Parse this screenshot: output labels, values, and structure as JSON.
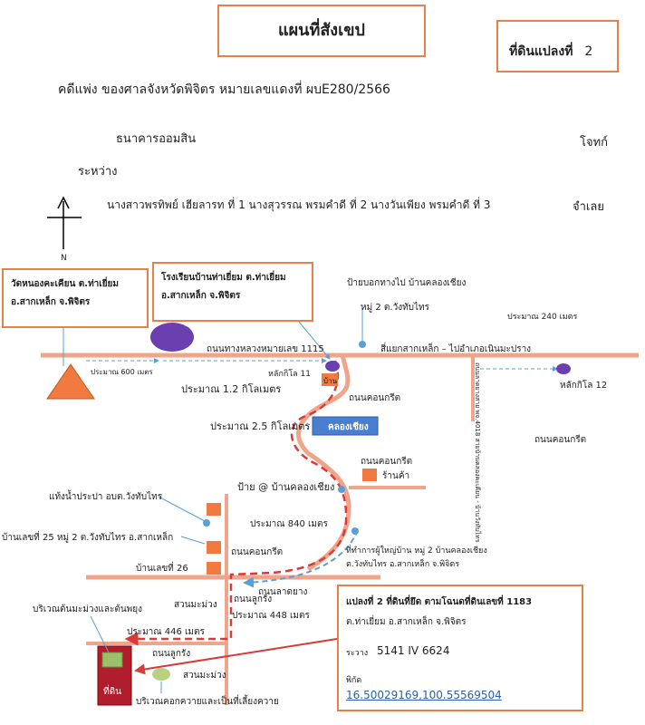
{
  "header": {
    "title": "แผนที่สังเขป",
    "parcel_label": "ที่ดินแปลงที่",
    "parcel_no": "2"
  },
  "case": {
    "case_line": "คดีแพ่ง   ของศาลจังหวัดพิจิตร  หมายเลขแดงที่ ผบE280/2566",
    "plaintiff": "ธนาคารออมสิน",
    "plaintiff_role": "โจทก์",
    "between": "ระหว่าง",
    "defendants": "นางสาวพรทิพย์  เฮียลารท  ที่ 1  นางสุวรรณ  พรมคำดี  ที่ 2  นางวันเพียง  พรมคำดี  ที่ 3",
    "defendant_role": "จำเลย"
  },
  "compass": {
    "north": "N"
  },
  "landmarks": {
    "temple_line1": "วัดหนองคะเคียน ต.ท่าเยี่ยม",
    "temple_line2": "อ.สากเหล็ก  จ.พิจิตร",
    "school_line1": "โรงเรียนบ้านท่าเยี่ยม  ต.ท่าเยี่ยม",
    "school_line2": "อ.สากเหล็ก  จ.พิจิตร"
  },
  "map_labels": {
    "sign_top": "ป้ายบอกทางไป  บ้านคลองเชียง",
    "moo2": "หมู่ 2 ต.วังทับไทร",
    "approx_240": "ประมาณ  240 เมตร",
    "highway": "ถนนทางหลวงหมายเลข  1115",
    "junction": "สี่แยกสากเหล็ก – ไปอำเภอเนินมะปราง",
    "approx_600": "ประมาณ  600 เมตร",
    "approx_1_2km": "ประมาณ  1.2  กิโลเมตร",
    "km11": "หลักกิโล  11",
    "km12": "หลักกิโล  12",
    "house": "บ้าน",
    "concrete_road1": "ถนนคอนกรีต",
    "approx_2_5km": "ประมาณ  2.5  กิโลเมตร",
    "khlong": "คลองเชียง",
    "concrete_road2": "ถนนคอนกรีต",
    "concrete_road_right": "ถนนคอนกรีต",
    "vertical_road": "ถนนลาดยางสาย พจ.4018 สายบ้านคลองคะเคียน - บ้านวังทับไทร",
    "shop": "ร้านค้า",
    "sign_village": "ป้าย  @  บ้านคลองเชียง",
    "water_tower": "แท้งน้ำประปา  อบต.วังทับไทร",
    "approx_840": "ประมาณ  840  เมตร",
    "house25": "บ้านเลขที่  25 หมู่ 2 ต.วังทับไทร อ.สากเหล็ก",
    "headman_line1": "ที่ทำการผู้ใหญ่บ้าน หมู่ 2 บ้านคลองเชียง",
    "headman_line2": "ต.วังทับไทร อ.สากเหล็ก จ.พิจิตร",
    "concrete_road3": "ถนนคอนกรีต",
    "house26": "บ้านเลขที่  26",
    "asphalt": "ถนนลาดยาง",
    "mango_garden1": "สวนมะม่วง",
    "laterite1": "ถนนลูกรัง",
    "approx_448": "ประมาณ  448  เมตร",
    "mango_teak": "บริเวณต้นมะม่วงและต้นพยุง",
    "approx_446": "ประมาณ  446  เมตร",
    "laterite2": "ถนนลูกรัง",
    "mango_garden2": "สวนมะม่วง",
    "land_label": "ที่ดิน",
    "buffalo": "บริเวณคอกควายและเป็นที่เลี้ยงควาย"
  },
  "info_box": {
    "line1": "แปลงที่  2  ที่ดินที่ยึด  ตามโฉนดที่ดินเลขที่  1183",
    "line2": "ต.ท่าเยี่ยม  อ.สากเหล็ก  จ.พิจิตร",
    "grid_label": "ระวาง",
    "grid_value": "5141 IV 6624",
    "coord_label": "พิกัด",
    "coord_value": "16.50029169,100.55569504"
  },
  "colors": {
    "road": "#f0a58a",
    "border": "#e8804a",
    "route": "#d93a3a",
    "arrow_blue": "#5aa0d8",
    "purple": "#6a3fb0",
    "building": "#f07a40",
    "khlong": "#4a7fd0",
    "land": "#b01e2e",
    "green": "#9ac06a"
  }
}
